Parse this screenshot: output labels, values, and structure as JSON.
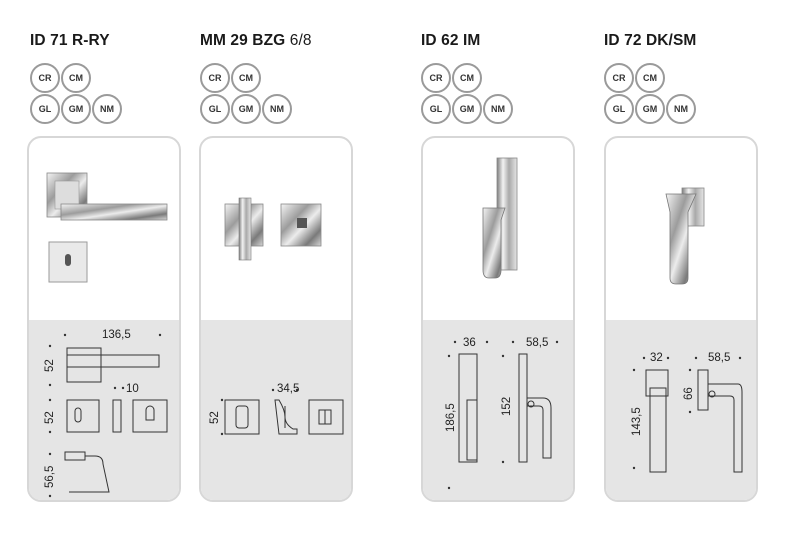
{
  "products": [
    {
      "code": "ID 71 R-RY",
      "sub": "",
      "finishes_top": [
        "CR",
        "CM"
      ],
      "finishes_bottom": [
        "GL",
        "GM",
        "NM"
      ],
      "dims": {
        "d1": "136,5",
        "d2": "52",
        "d3": "10",
        "d4": "52",
        "d5": "56,5"
      }
    },
    {
      "code": "MM 29 BZG",
      "sub": "6/8",
      "finishes_top": [
        "CR",
        "CM"
      ],
      "finishes_bottom": [
        "GL",
        "GM",
        "NM"
      ],
      "dims": {
        "d1": "34,5",
        "d2": "52"
      }
    },
    {
      "code": "ID 62 IM",
      "sub": "",
      "finishes_top": [
        "CR",
        "CM"
      ],
      "finishes_bottom": [
        "GL",
        "GM",
        "NM"
      ],
      "dims": {
        "d1": "36",
        "d2": "58,5",
        "d3": "186,5",
        "d4": "152"
      }
    },
    {
      "code": "ID 72 DK/SM",
      "sub": "",
      "finishes_top": [
        "CR",
        "CM"
      ],
      "finishes_bottom": [
        "GL",
        "GM",
        "NM"
      ],
      "dims": {
        "d1": "32",
        "d2": "58,5",
        "d3": "143,5",
        "d4": "66"
      }
    }
  ]
}
